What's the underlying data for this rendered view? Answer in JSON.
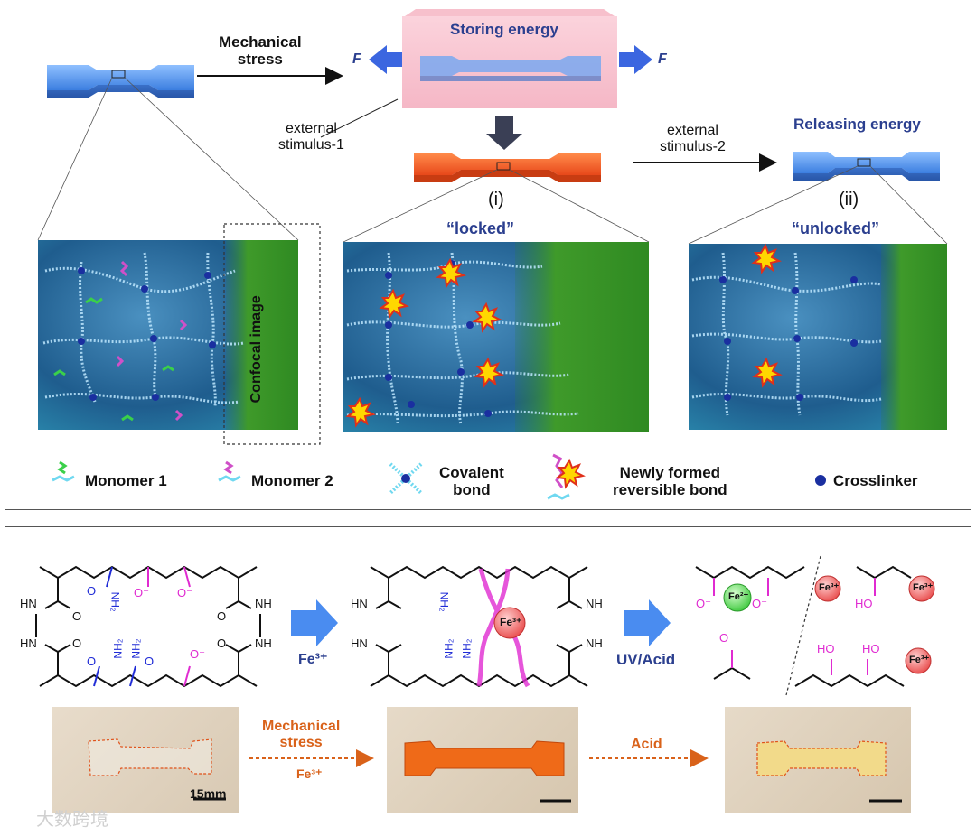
{
  "top": {
    "mechanical_stress": "Mechanical\nstress",
    "force": "F",
    "storing_energy": "Storing energy",
    "external_stimulus_1": "external\nstimulus-1",
    "external_stimulus_2": "external\nstimulus-2",
    "releasing_energy": "Releasing energy",
    "label_i": "(i)",
    "label_ii": "(ii)",
    "locked": "“locked”",
    "unlocked": "“unlocked”",
    "confocal_image": "Confocal image"
  },
  "legend": {
    "monomer_1": "Monomer 1",
    "monomer_2": "Monomer 2",
    "covalent_bond": "Covalent\nbond",
    "reversible_bond": "Newly formed\nreversible bond",
    "crosslinker": "Crosslinker"
  },
  "bottom": {
    "fe3_step": "Fe³⁺",
    "uv_acid": "UV/Acid",
    "fe3_ion": "Fe³⁺",
    "fe2_ion": "Fe²⁺",
    "nh2": "NH₂",
    "o": "O",
    "o_minus": "O⁻",
    "ho": "HO",
    "nh": "NH",
    "hn": "HN",
    "mechanical_stress": "Mechanical\nstress",
    "fe3_photo": "Fe³⁺",
    "acid": "Acid",
    "scale_bar": "15mm"
  },
  "watermark": "大数跨境",
  "colors": {
    "gel_blue": "#6aa8f0",
    "gel_orange": "#ee5a1e",
    "storing_box": "#f7c6d2",
    "navy_text": "#2b3f8f",
    "magenta": "#e02bd1",
    "amide_blue": "#1f2bd6",
    "arrow_blue": "#4a8cf0",
    "orange_arrow": "#d9621a",
    "network_bg": "#2a6a9a",
    "confocal_green": "#3f9a2a"
  }
}
